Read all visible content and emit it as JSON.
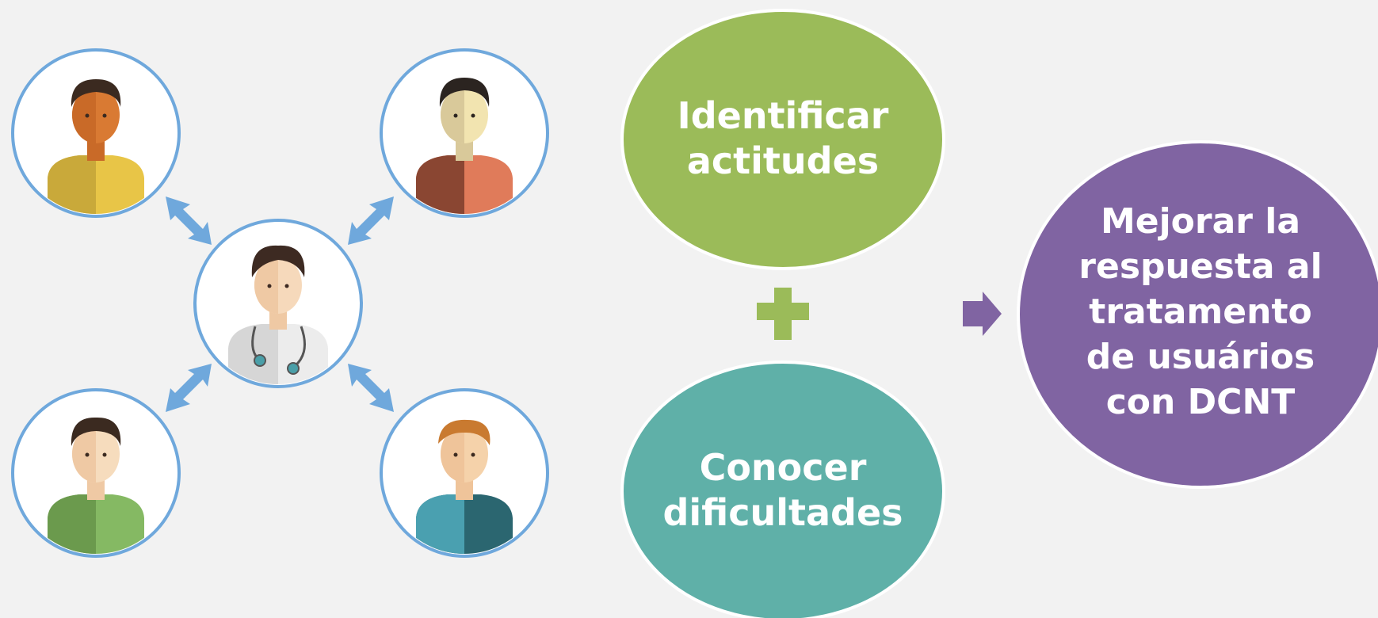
{
  "colors": {
    "background": "#f2f2f2",
    "ring": "#6fa8dc",
    "arrow": "#6fa8dc",
    "green_oval": "#9bbb59",
    "teal_oval": "#5fb0a8",
    "purple_oval": "#8064a2",
    "plus": "#9bbb59",
    "right_arrow": "#8064a2"
  },
  "icons": {
    "center": "doctor-icon",
    "people": [
      "person-icon-top-left",
      "person-icon-top-right",
      "person-icon-bottom-left",
      "person-icon-bottom-right"
    ],
    "operator": "plus-icon",
    "result": "arrow-right-icon"
  },
  "ovals": {
    "identify": {
      "line1": "Identificar",
      "line2": "actitudes"
    },
    "know": {
      "line1": "Conocer",
      "line2": "dificultades"
    },
    "result": {
      "line1": "Mejorar la",
      "line2": "respuesta al",
      "line3": "tratamento",
      "line4": "de usuários",
      "line5": "con DCNT"
    }
  }
}
